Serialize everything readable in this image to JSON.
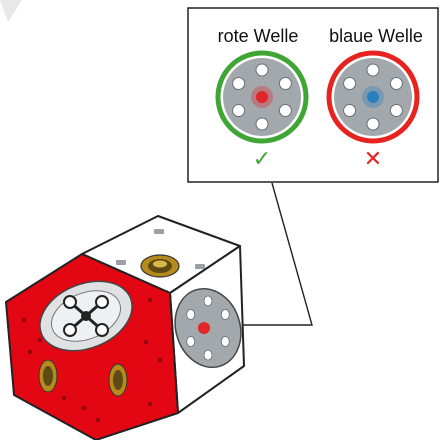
{
  "callout": {
    "options": [
      {
        "label": "rote Welle",
        "shaft_color": "#e0262b",
        "ring_color": "#3fa535",
        "verdict_symbol": "✓",
        "verdict_color": "#3fa535",
        "verdict_meaning": "correct"
      },
      {
        "label": "blaue Welle",
        "shaft_color": "#2a7fc0",
        "ring_color": "#e8231f",
        "verdict_symbol": "✕",
        "verdict_color": "#e8231f",
        "verdict_meaning": "wrong"
      }
    ]
  },
  "colors": {
    "block_red": "#e30613",
    "block_white": "#ffffff",
    "block_outline": "#222222",
    "hub_grey": "#a3a8ac",
    "hole_white": "#ffffff",
    "connector_gold": "#b58b1c",
    "callout_border": "#222222"
  }
}
